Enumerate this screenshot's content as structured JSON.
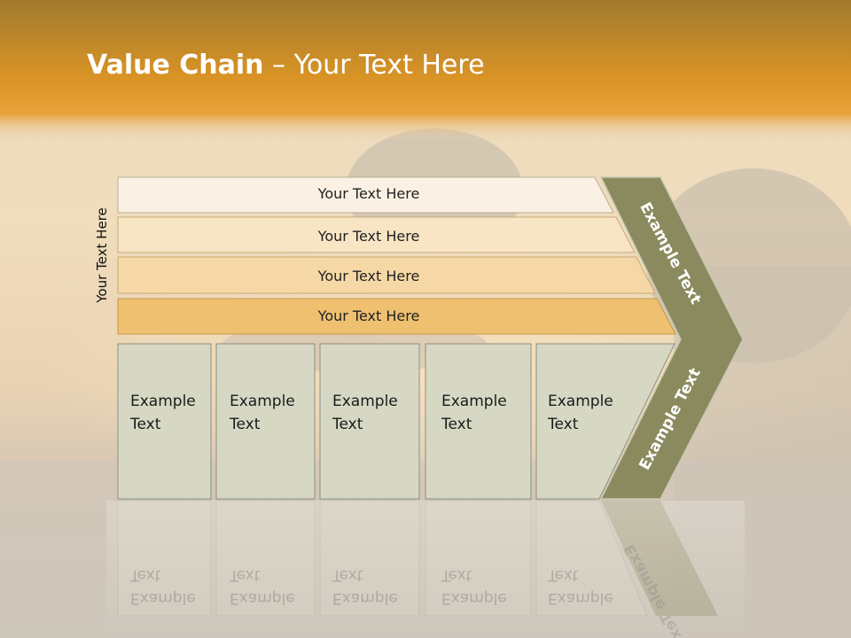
{
  "slide": {
    "title_bold": "Value Chain",
    "title_rest": " – Your Text Here",
    "side_label": "Your Text Here",
    "rows": [
      {
        "label": "Your Text Here",
        "fill": "#faf1e4"
      },
      {
        "label": "Your Text Here",
        "fill": "#f8e5c4"
      },
      {
        "label": "Your Text Here",
        "fill": "#f5d8a6"
      },
      {
        "label": "Your Text Here",
        "fill": "#eec070"
      }
    ],
    "boxes": [
      {
        "line1": "Example",
        "line2": "Text"
      },
      {
        "line1": "Example",
        "line2": "Text"
      },
      {
        "line1": "Example",
        "line2": "Text"
      },
      {
        "line1": "Example",
        "line2": "Text"
      },
      {
        "line1": "Example",
        "line2": "Text"
      }
    ],
    "chevron": {
      "upper_label": "Example Text",
      "lower_label": "Example Text",
      "fill": "#8a8a5e"
    },
    "colors": {
      "header_top": "#a0782e",
      "header_bottom": "#e8a332",
      "box_fill": "#d7d8c4",
      "box_stroke": "#8e8e82"
    }
  }
}
